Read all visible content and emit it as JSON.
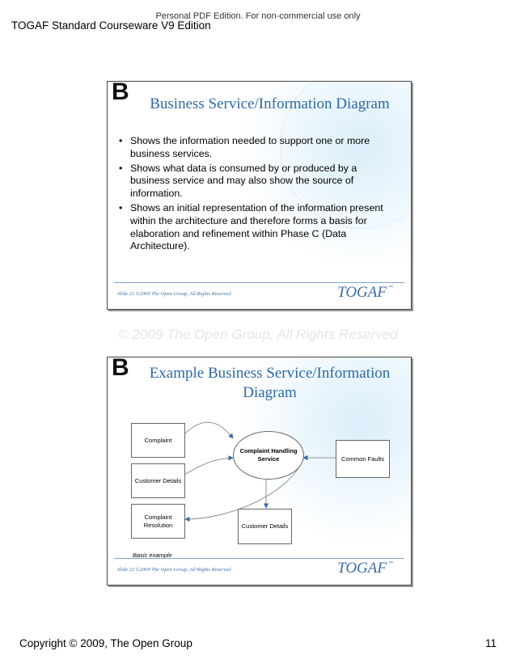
{
  "header": {
    "notice": "Personal PDF Edition. For non-commercial use only",
    "course_title": "TOGAF Standard Courseware V9 Edition"
  },
  "slide1": {
    "letter": "B",
    "title": "Business Service/Information Diagram",
    "bullets": [
      "Shows the information needed to support one or more business services.",
      "Shows what data is consumed by or produced by a business service and may also show the source of information.",
      "Shows an initial representation of the information present within the architecture and therefore forms a basis for elaboration and refinement within Phase C (Data Architecture)."
    ],
    "footer": "Slide 21  ©2009 The Open Group, All Rights Reserved",
    "logo": "TOGAF",
    "tm": "™"
  },
  "watermark": "© 2009 The Open Group, All Rights Reserved",
  "slide2": {
    "letter": "B",
    "title": "Example Business Service/Information Diagram",
    "diagram": {
      "complaint": "Complaint",
      "customer_details_left": "Customer Details",
      "complaint_resolution": "Complaint Resolution",
      "service": "Complaint Handling Service",
      "common_faults": "Common Faults",
      "customer_details_bottom": "Customer Details",
      "caption": "Basic example"
    },
    "footer": "Slide 22  ©2009 The Open Group, All Rights Reserved",
    "logo": "TOGAF",
    "tm": "™"
  },
  "page_footer": {
    "copyright": "Copyright © 2009, The Open Group",
    "page_number": "11"
  }
}
